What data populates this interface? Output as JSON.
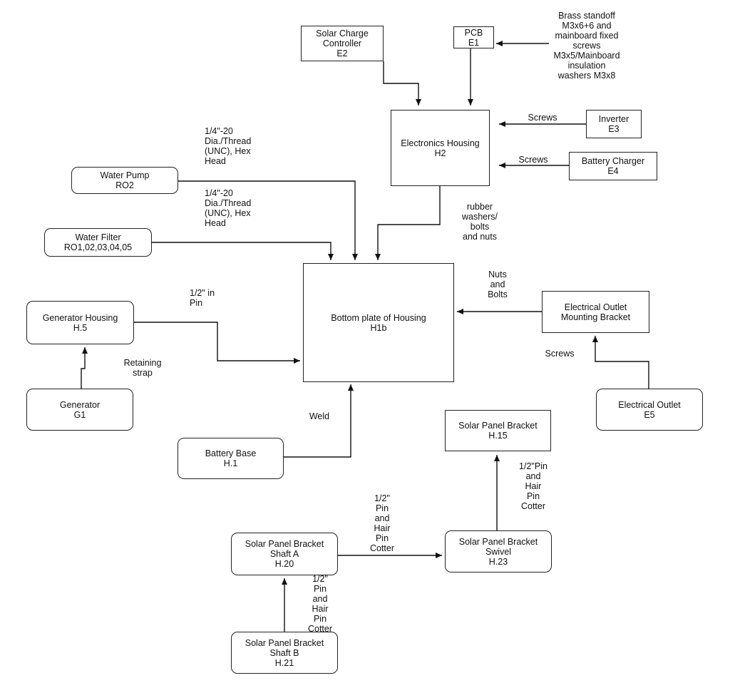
{
  "nodes": {
    "solar_charge_controller": {
      "lines": [
        "Solar Charge",
        "Controller",
        "E2"
      ]
    },
    "pcb": {
      "lines": [
        "PCB",
        "E1"
      ]
    },
    "electronics_housing": {
      "lines": [
        "Electronics Housing",
        "H2"
      ]
    },
    "inverter": {
      "lines": [
        "Inverter",
        "E3"
      ]
    },
    "battery_charger": {
      "lines": [
        "Battery Charger",
        "E4"
      ]
    },
    "water_pump": {
      "lines": [
        "Water Pump",
        "RO2"
      ]
    },
    "water_filter": {
      "lines": [
        "Water Filter",
        "RO1,02,03,04,05"
      ]
    },
    "bottom_plate": {
      "lines": [
        "Bottom plate of Housing",
        "H1b"
      ]
    },
    "generator_housing": {
      "lines": [
        "Generator Housing",
        "H.5"
      ]
    },
    "generator": {
      "lines": [
        "Generator",
        "G1"
      ]
    },
    "electrical_outlet_bracket": {
      "lines": [
        "Electrical Outlet",
        "Mounting Bracket"
      ]
    },
    "electrical_outlet": {
      "lines": [
        "Electrical Outlet",
        "E5"
      ]
    },
    "battery_base": {
      "lines": [
        "Battery Base",
        "H.1"
      ]
    },
    "solar_panel_bracket": {
      "lines": [
        "Solar Panel Bracket",
        "H.15"
      ]
    },
    "shaft_a": {
      "lines": [
        "Solar Panel Bracket",
        "Shaft A",
        "H.20"
      ]
    },
    "swivel": {
      "lines": [
        "Solar Panel Bracket",
        "Swivel",
        "H.23"
      ]
    },
    "shaft_b": {
      "lines": [
        "Solar Panel Bracket",
        "Shaft B",
        "H.21"
      ]
    }
  },
  "labels": {
    "brass_standoff": {
      "lines": [
        "Brass standoff",
        "M3x6+6 and",
        "mainboard fixed",
        "screws",
        "M3x5/Mainboard",
        "insulation",
        "washers M3x8"
      ]
    },
    "screws_inverter": {
      "lines": [
        "Screws"
      ]
    },
    "screws_charger": {
      "lines": [
        "Screws"
      ]
    },
    "thread_pump": {
      "lines": [
        "1/4\"-20",
        "Dia./Thread",
        "(UNC), Hex",
        "Head"
      ]
    },
    "thread_filter": {
      "lines": [
        "1/4\"-20",
        "Dia./Thread",
        "(UNC), Hex",
        "Head"
      ]
    },
    "rubber_washers": {
      "lines": [
        "rubber",
        "washers/",
        "bolts",
        "and nuts"
      ]
    },
    "nuts_bolts": {
      "lines": [
        "Nuts",
        "and",
        "Bolts"
      ]
    },
    "half_pin": {
      "lines": [
        "1/2\" in",
        "Pin"
      ]
    },
    "retaining_strap": {
      "lines": [
        "Retaining",
        "strap"
      ]
    },
    "screws_outlet": {
      "lines": [
        "Screws"
      ]
    },
    "weld": {
      "lines": [
        "Weld"
      ]
    },
    "pin_swivel_bracket": {
      "lines": [
        "1/2\"Pin",
        "and",
        "Hair",
        "Pin",
        "Cotter"
      ]
    },
    "pin_shaft_swivel": {
      "lines": [
        "1/2\"",
        "Pin",
        "and",
        "Hair",
        "Pin",
        "Cotter"
      ]
    },
    "pin_shaft_b_a": {
      "lines": [
        "1/2\"",
        "Pin",
        "and",
        "Hair",
        "Pin",
        "Cotter"
      ]
    }
  }
}
